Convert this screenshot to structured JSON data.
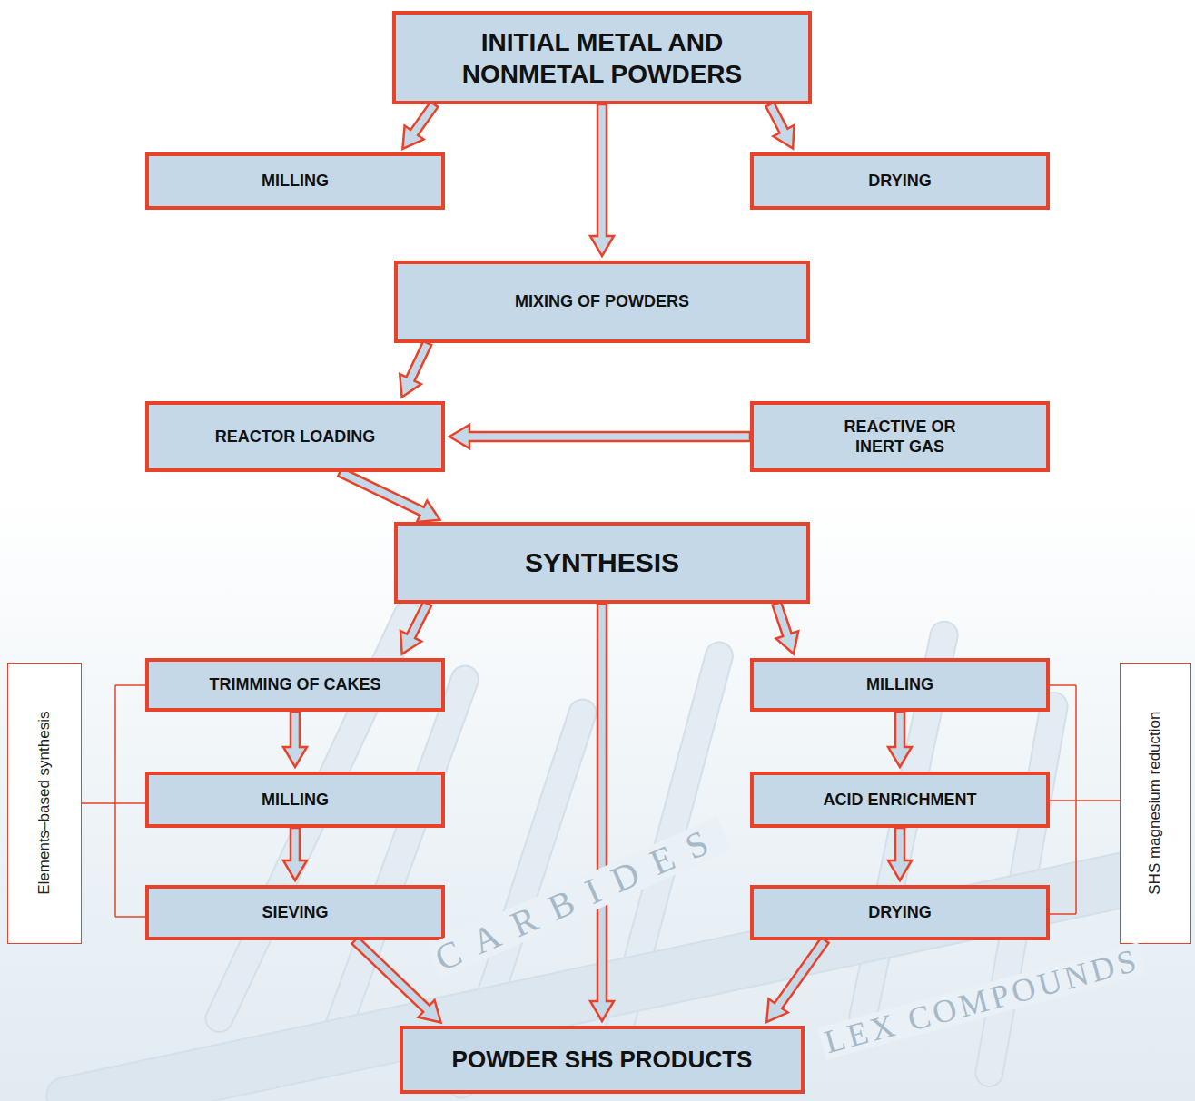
{
  "diagram": {
    "nodes": [
      {
        "text": [
          "INITIAL METAL AND NONMETAL POWDERS"
        ]
      },
      {
        "text": [
          "MILLING"
        ]
      },
      {
        "text": [
          "DRYING"
        ]
      },
      {
        "text": [
          "MIXING OF POWDERS"
        ]
      },
      {
        "text": [
          "REACTOR LOADING"
        ]
      },
      {
        "text": [
          "REACTIVE OR INERT GAS"
        ]
      },
      {
        "text": [
          "SYNTHESIS"
        ]
      },
      {
        "text": [
          "TRIMMING OF CAKES"
        ]
      },
      {
        "text": [
          "MILLING"
        ]
      },
      {
        "text": [
          "MILLING"
        ]
      },
      {
        "text": [
          "ACID ENRICHMENT"
        ]
      },
      {
        "text": [
          "SIEVING"
        ]
      },
      {
        "text": [
          "DRYING"
        ]
      },
      {
        "text": [
          "POWDER SHS PRODUCTS"
        ]
      },
      {
        "text": [
          "Elements–based synthesis"
        ]
      },
      {
        "text": [
          "SHS magnesium reduction"
        ]
      }
    ],
    "edges": [
      {
        "from": 0,
        "to": 1,
        "arrow": "to"
      },
      {
        "from": 0,
        "to": 2,
        "arrow": "to"
      },
      {
        "from": 0,
        "to": 3,
        "arrow": "to"
      },
      {
        "from": 3,
        "to": 4,
        "arrow": "to"
      },
      {
        "from": 5,
        "to": 4,
        "arrow": "to"
      },
      {
        "from": 4,
        "to": 6,
        "arrow": "to"
      },
      {
        "from": 6,
        "to": 7,
        "arrow": "to"
      },
      {
        "from": 6,
        "to": 13,
        "arrow": "to"
      },
      {
        "from": 6,
        "to": 8,
        "arrow": "to"
      },
      {
        "from": 7,
        "to": 9,
        "arrow": "to"
      },
      {
        "from": 9,
        "to": 11,
        "arrow": "to"
      },
      {
        "from": 11,
        "to": 13,
        "arrow": "to"
      },
      {
        "from": 8,
        "to": 10,
        "arrow": "to"
      },
      {
        "from": 10,
        "to": 12,
        "arrow": "to"
      },
      {
        "from": 12,
        "to": 13,
        "arrow": "to"
      }
    ],
    "labels": [
      "CARBIDES",
      "LEX COMPOUNDS"
    ]
  }
}
